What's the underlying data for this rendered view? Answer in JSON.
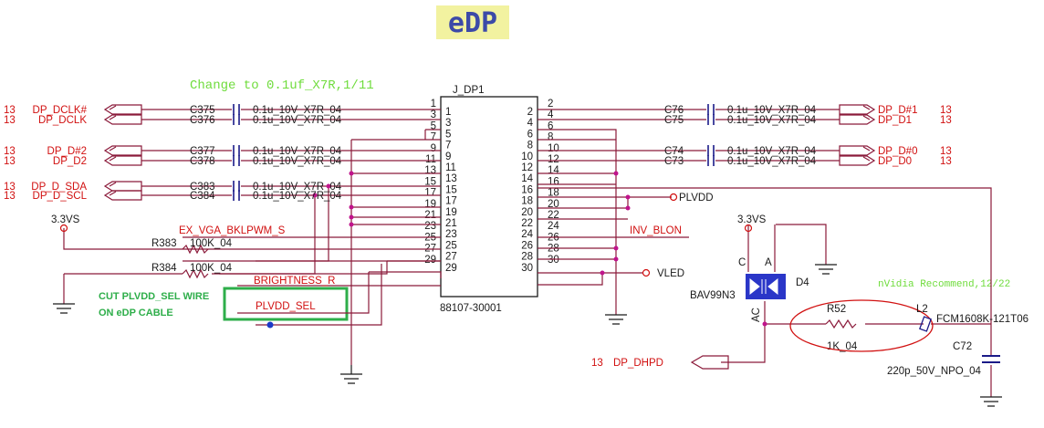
{
  "title": "eDP",
  "change_note": "Change to 0.1uf_X7R,1/11",
  "nvidia_note": "nVidia Recommend,12/22",
  "cut_note": [
    "CUT PLVDD_SEL WIRE",
    "ON eDP CABLE"
  ],
  "connector": {
    "ref": "J_DP1",
    "part": "88107-30001",
    "pins_left": [
      "1",
      "3",
      "5",
      "7",
      "9",
      "11",
      "13",
      "15",
      "17",
      "19",
      "21",
      "23",
      "25",
      "27",
      "29"
    ],
    "pins_right": [
      "2",
      "4",
      "6",
      "8",
      "10",
      "12",
      "14",
      "16",
      "18",
      "20",
      "22",
      "24",
      "26",
      "28",
      "30"
    ]
  },
  "left_ports": [
    {
      "sheet": "13",
      "name": "DP_DCLK#"
    },
    {
      "sheet": "13",
      "name": "DP_DCLK"
    },
    {
      "sheet": "13",
      "name": "DP_D#2"
    },
    {
      "sheet": "13",
      "name": "DP_D2"
    },
    {
      "sheet": "13",
      "name": "DP_D_SDA"
    },
    {
      "sheet": "13",
      "name": "DP_D_SCL"
    }
  ],
  "left_caps": [
    {
      "ref": "C375",
      "value": "0.1u_10V_X7R_04"
    },
    {
      "ref": "C376",
      "value": "0.1u_10V_X7R_04"
    },
    {
      "ref": "C377",
      "value": "0.1u_10V_X7R_04"
    },
    {
      "ref": "C378",
      "value": "0.1u_10V_X7R_04"
    },
    {
      "ref": "C383",
      "value": "0.1u_10V_X7R_04"
    },
    {
      "ref": "C384",
      "value": "0.1u_10V_X7R_04"
    }
  ],
  "right_caps": [
    {
      "ref": "C76",
      "value": "0.1u_10V_X7R_04"
    },
    {
      "ref": "C75",
      "value": "0.1u_10V_X7R_04"
    },
    {
      "ref": "C74",
      "value": "0.1u_10V_X7R_04"
    },
    {
      "ref": "C73",
      "value": "0.1u_10V_X7R_04"
    }
  ],
  "right_ports": [
    {
      "name": "DP_D#1",
      "sheet": "13"
    },
    {
      "name": "DP_D1",
      "sheet": "13"
    },
    {
      "name": "DP_D#0",
      "sheet": "13"
    },
    {
      "name": "DP_D0",
      "sheet": "13"
    }
  ],
  "power_3v3": "3.3VS",
  "resistors": [
    {
      "ref": "R383",
      "value": "100K_04"
    },
    {
      "ref": "R384",
      "value": "100K_04"
    },
    {
      "ref": "R52",
      "value": "1K_04"
    }
  ],
  "nets": {
    "ex_vga": "EX_VGA_BKLPWM_S",
    "brightness": "BRIGHTNESS_R",
    "plvdd_sel": "PLVDD_SEL",
    "inv_blon": "INV_BLON",
    "plvdd": "PLVDD",
    "vled": "VLED",
    "dp_hpd": "DP_DHPD",
    "dp_hpd_sheet": "13"
  },
  "diode": {
    "ref": "D4",
    "part": "BAV99N3",
    "pin_c": "C",
    "pin_a": "A",
    "pin_ac": "AC"
  },
  "inductor": {
    "ref": "L2",
    "part": "FCM1608K-121T06"
  },
  "cap_c72": {
    "ref": "C72",
    "value": "220p_50V_NPO_04"
  },
  "colors": {
    "wire": "#8b1a3a",
    "net_label": "#d11010",
    "title_bg": "#f2f2a0",
    "title_fg": "#3c4aa8",
    "note_green": "#6fdc3c",
    "cut_green": "#2eae4a",
    "dot": "#c0148c"
  }
}
